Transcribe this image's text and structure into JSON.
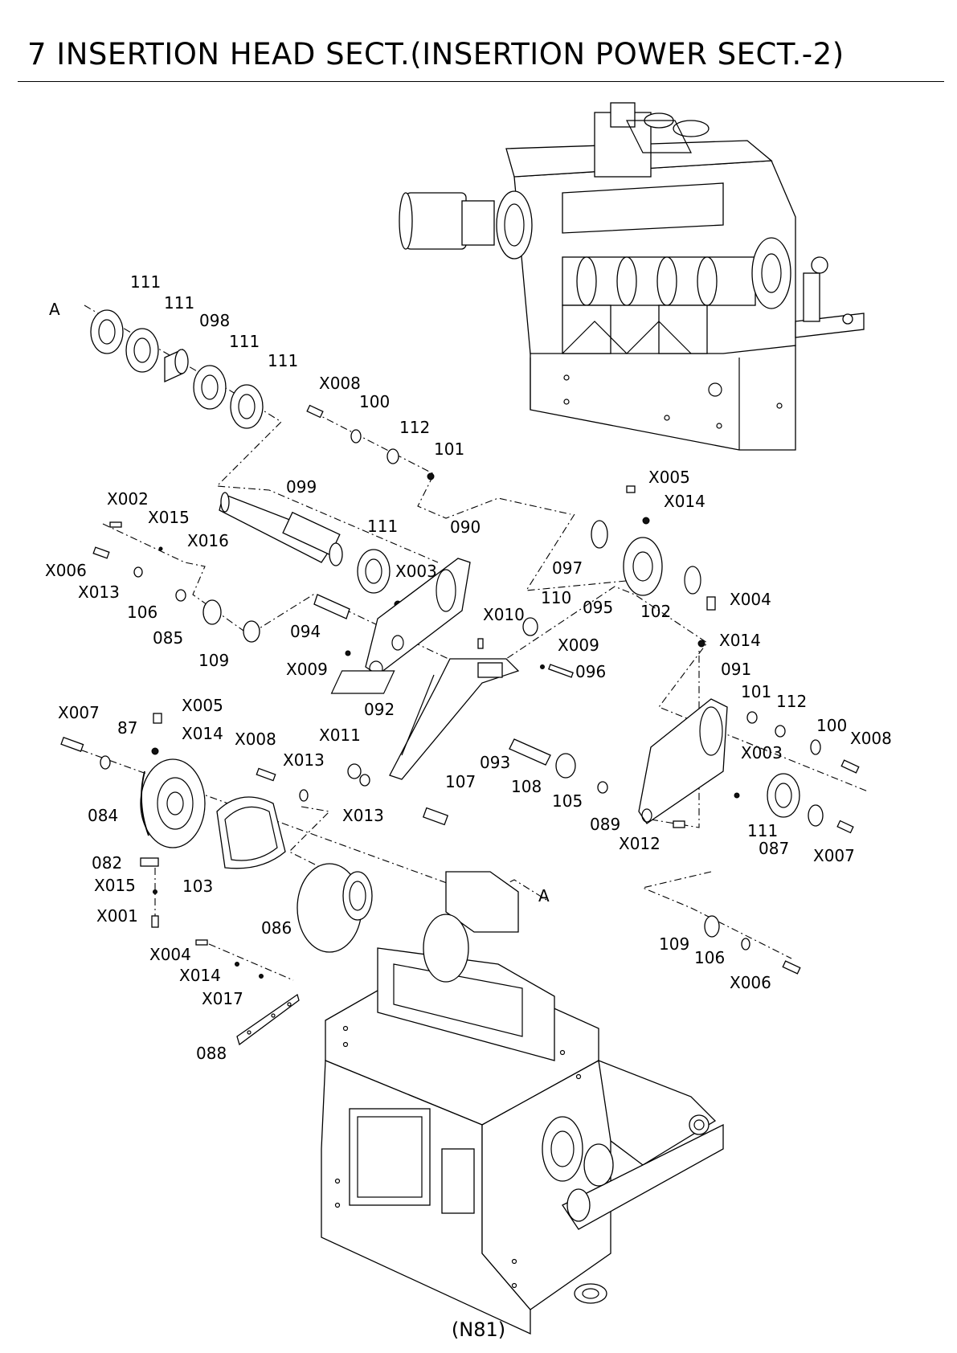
{
  "header": {
    "title": "7 INSERTION HEAD SECT.(INSERTION POWER SECT.-2)"
  },
  "footer": {
    "page_number": "(N81)"
  },
  "reference_marks": [
    "A",
    "A"
  ],
  "callouts": [
    "111",
    "111",
    "098",
    "111",
    "111",
    "X008",
    "100",
    "112",
    "101",
    "099",
    "X002",
    "X015",
    "X016",
    "X006",
    "X013",
    "106",
    "085",
    "109",
    "111",
    "X003",
    "094",
    "X009",
    "090",
    "097",
    "X005",
    "X014",
    "095",
    "102",
    "X004",
    "X014",
    "110",
    "X010",
    "X009",
    "096",
    "092",
    "091",
    "101",
    "112",
    "100",
    "X008",
    "X003",
    "X007",
    "X005",
    "87",
    "X014",
    "084",
    "X008",
    "X013",
    "X011",
    "X013",
    "093",
    "108",
    "105",
    "107",
    "089",
    "X012",
    "111",
    "087",
    "X007",
    "082",
    "X015",
    "X001",
    "103",
    "086",
    "109",
    "106",
    "X006",
    "X004",
    "X014",
    "X017",
    "088"
  ]
}
